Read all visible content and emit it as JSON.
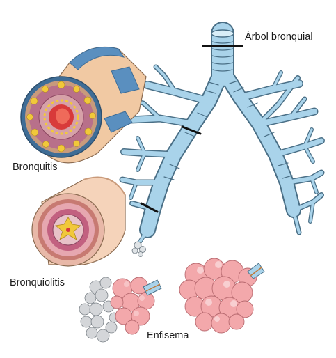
{
  "labels": {
    "arbol_bronquial": "Árbol bronquial",
    "bronquitis": "Bronquitis",
    "bronquiolitis": "Bronquiolitis",
    "enfisema": "Enfisema"
  },
  "colors": {
    "airway_fill": "#a9d3ea",
    "airway_stroke": "#4a6f86",
    "tube_skin": "#f1c9a3",
    "tube_outer_blue": "#5a8fbf",
    "mucosa": "#c8607a",
    "inflamed_center": "#d83a3a",
    "mucus_yellow": "#f1c83a",
    "alveoli_pink": "#f3a8ab",
    "alveoli_gray": "#d4d6d9",
    "marker_black": "#111111"
  }
}
